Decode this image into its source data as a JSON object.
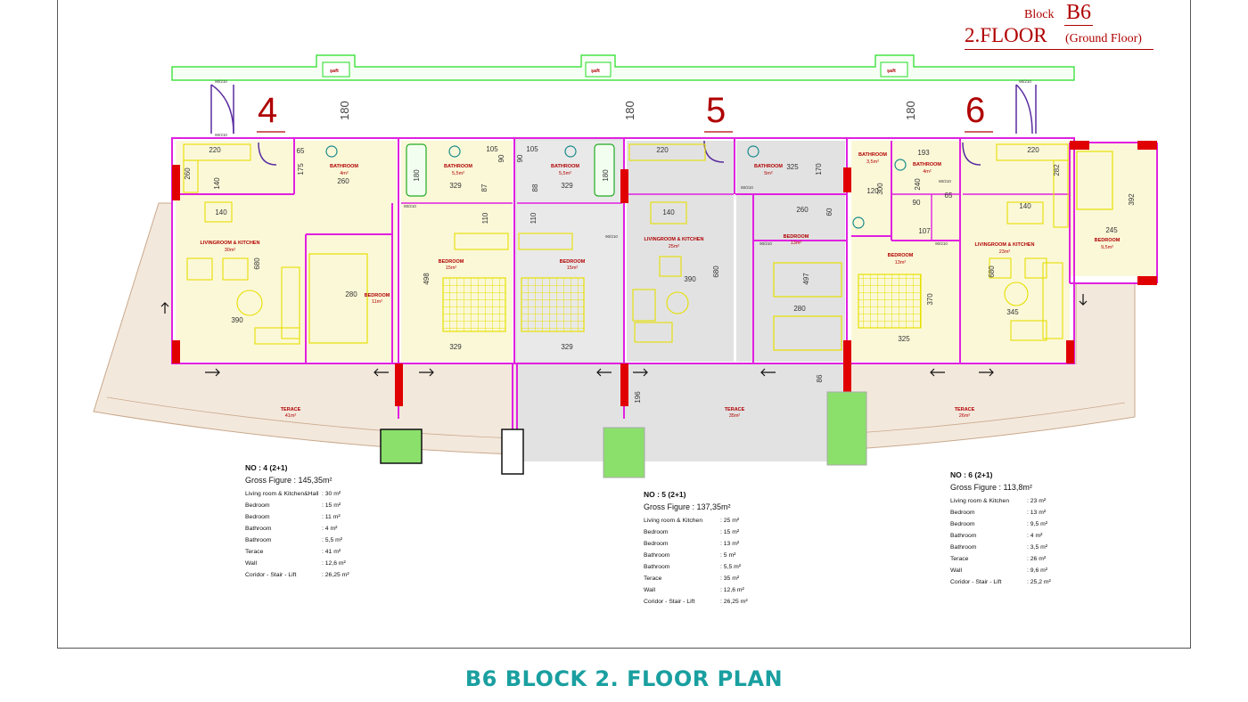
{
  "header": {
    "block_label": "Block",
    "block_code": "B6",
    "floor": "2.FLOOR",
    "floor_note": "(Ground Floor)"
  },
  "plan": {
    "unit_numbers": [
      "4",
      "5",
      "6"
    ],
    "shaft_label": "şaft",
    "dim_180": "180",
    "rooms": {
      "u4_living": "LIVINGROOM & KITCHEN",
      "u4_living_area": "30m²",
      "u4_bath1": "BATHROOM",
      "u4_bath1_area": "4m²",
      "u4_bath2": "BATHROOM",
      "u4_bath2_area": "5,5m²",
      "u4_bed1": "BEDROOM",
      "u4_bed1_area": "11m²",
      "u4_bed2": "BEDROOM",
      "u4_bed2_area": "15m²",
      "u4_terrace": "TERACE",
      "u4_terrace_area": "41m²",
      "u5_bath1": "BATHROOM",
      "u5_bath1_area": "5,5m²",
      "u5_bath2": "BATHROOM",
      "u5_bath2_area": "5m²",
      "u5_bed1": "BEDROOM",
      "u5_bed1_area": "15m²",
      "u5_living": "LIVINGROOM & KITCHEN",
      "u5_living_area": "25m²",
      "u5_bed2": "BEDROOM",
      "u5_bed2_area": "13m²",
      "u5_terrace": "TERACE",
      "u5_terrace_area": "35m²",
      "u6_bath1": "BATHROOM",
      "u6_bath1_area": "3,5m²",
      "u6_bath2": "BATHROOM",
      "u6_bath2_area": "4m²",
      "u6_bed1": "BEDROOM",
      "u6_bed1_area": "13m²",
      "u6_living": "LIVINGROOM & KITCHEN",
      "u6_living_area": "23m²",
      "u6_bed2": "BEDROOM",
      "u6_bed2_area": "9,5m²",
      "u6_terrace": "TERACE",
      "u6_terrace_area": "26m²"
    },
    "dims": {
      "d220a": "220",
      "d65a": "65",
      "d175": "175",
      "d260a": "260",
      "d260b": "260",
      "d140a": "140",
      "d140b": "140",
      "d680a": "680",
      "d280a": "280",
      "d390a": "390",
      "d498": "498",
      "d329a": "329",
      "d329b": "329",
      "d329c": "329",
      "d329d": "329",
      "d105a": "105",
      "d105b": "105",
      "d90a": "90",
      "d90b": "90",
      "d87": "87",
      "d88": "88",
      "d110a": "110",
      "d110b": "110",
      "d180a": "180",
      "d180b": "180",
      "d220b": "220",
      "d140c": "140",
      "d680b": "680",
      "d390b": "390",
      "d325a": "325",
      "d170": "170",
      "d260c": "260",
      "d60": "60",
      "d497": "497",
      "d280b": "280",
      "d196": "196",
      "d86": "86",
      "d193": "193",
      "d220c": "220",
      "d282": "282",
      "d140d": "140",
      "d392": "392",
      "d245": "245",
      "d680c": "680",
      "d345": "345",
      "d370": "370",
      "d325b": "325",
      "d240": "240",
      "d120": "120",
      "d90c": "90",
      "d65b": "65",
      "d107": "107",
      "d300": "300"
    },
    "door_tags": [
      "90/210",
      "90/210",
      "90/210",
      "90/210",
      "90/210",
      "80/210",
      "80/210",
      "80/210",
      "80/210"
    ]
  },
  "units": [
    {
      "no": "NO : 4  (2+1)",
      "gross": "Gross Figure  : 145,35m²",
      "rows": [
        {
          "label": "Living room & Kitchen&Hall",
          "value": ": 30  m²"
        },
        {
          "label": "Bedroom",
          "value": ": 15  m²"
        },
        {
          "label": "Bedroom",
          "value": ": 11 m²"
        },
        {
          "label": "Bathroom",
          "value": ": 4  m²"
        },
        {
          "label": "Bathroom",
          "value": ": 5,5 m²"
        },
        {
          "label": "Terace",
          "value": ": 41  m²"
        },
        {
          "label": "Wall",
          "value": ": 12,6 m²"
        },
        {
          "label": "Coridor - Stair - Lift",
          "value": ": 26,25 m²"
        }
      ]
    },
    {
      "no": "NO : 5  (2+1)",
      "gross": "Gross Figure  : 137,35m²",
      "rows": [
        {
          "label": "Living room & Kitchen",
          "value": ": 25  m²"
        },
        {
          "label": "Bedroom",
          "value": ": 15  m²"
        },
        {
          "label": "Bedroom",
          "value": ": 13 m²"
        },
        {
          "label": "Bathroom",
          "value": ": 5  m²"
        },
        {
          "label": "Bathroom",
          "value": ": 5,5 m²"
        },
        {
          "label": "Terace",
          "value": ": 35  m²"
        },
        {
          "label": "Wall",
          "value": ": 12,6 m²"
        },
        {
          "label": "Coridor - Stair - Lift",
          "value": ": 26,25 m²"
        }
      ]
    },
    {
      "no": "NO : 6  (2+1)",
      "gross": "Gross Figure  : 113,8m²",
      "rows": [
        {
          "label": "Living room & Kitchen",
          "value": ": 23  m²"
        },
        {
          "label": "Bedroom",
          "value": ": 13  m²"
        },
        {
          "label": "Bedroom",
          "value": ": 9,5 m²"
        },
        {
          "label": "Bathroom",
          "value": ": 4  m²"
        },
        {
          "label": "Bathroom",
          "value": ": 3,5 m²"
        },
        {
          "label": "Terace",
          "value": ": 26  m²"
        },
        {
          "label": "Wall",
          "value": ": 9,6 m²"
        },
        {
          "label": "Coridor - Stair - Lift",
          "value": ": 25,2 m²"
        }
      ]
    }
  ],
  "footer": {
    "title": "B6 BLOCK 2. FLOOR PLAN"
  },
  "colors": {
    "wall": "#e020e0",
    "room_fill": "#fbf8d8",
    "terrace_fill": "#f3e8dc",
    "corridor_fill": "#e2e2e2",
    "shaft": "#22dd22",
    "column": "#e00000",
    "furniture": "#e6e000",
    "title": "#1a9fa0",
    "header_red": "#b00000"
  }
}
